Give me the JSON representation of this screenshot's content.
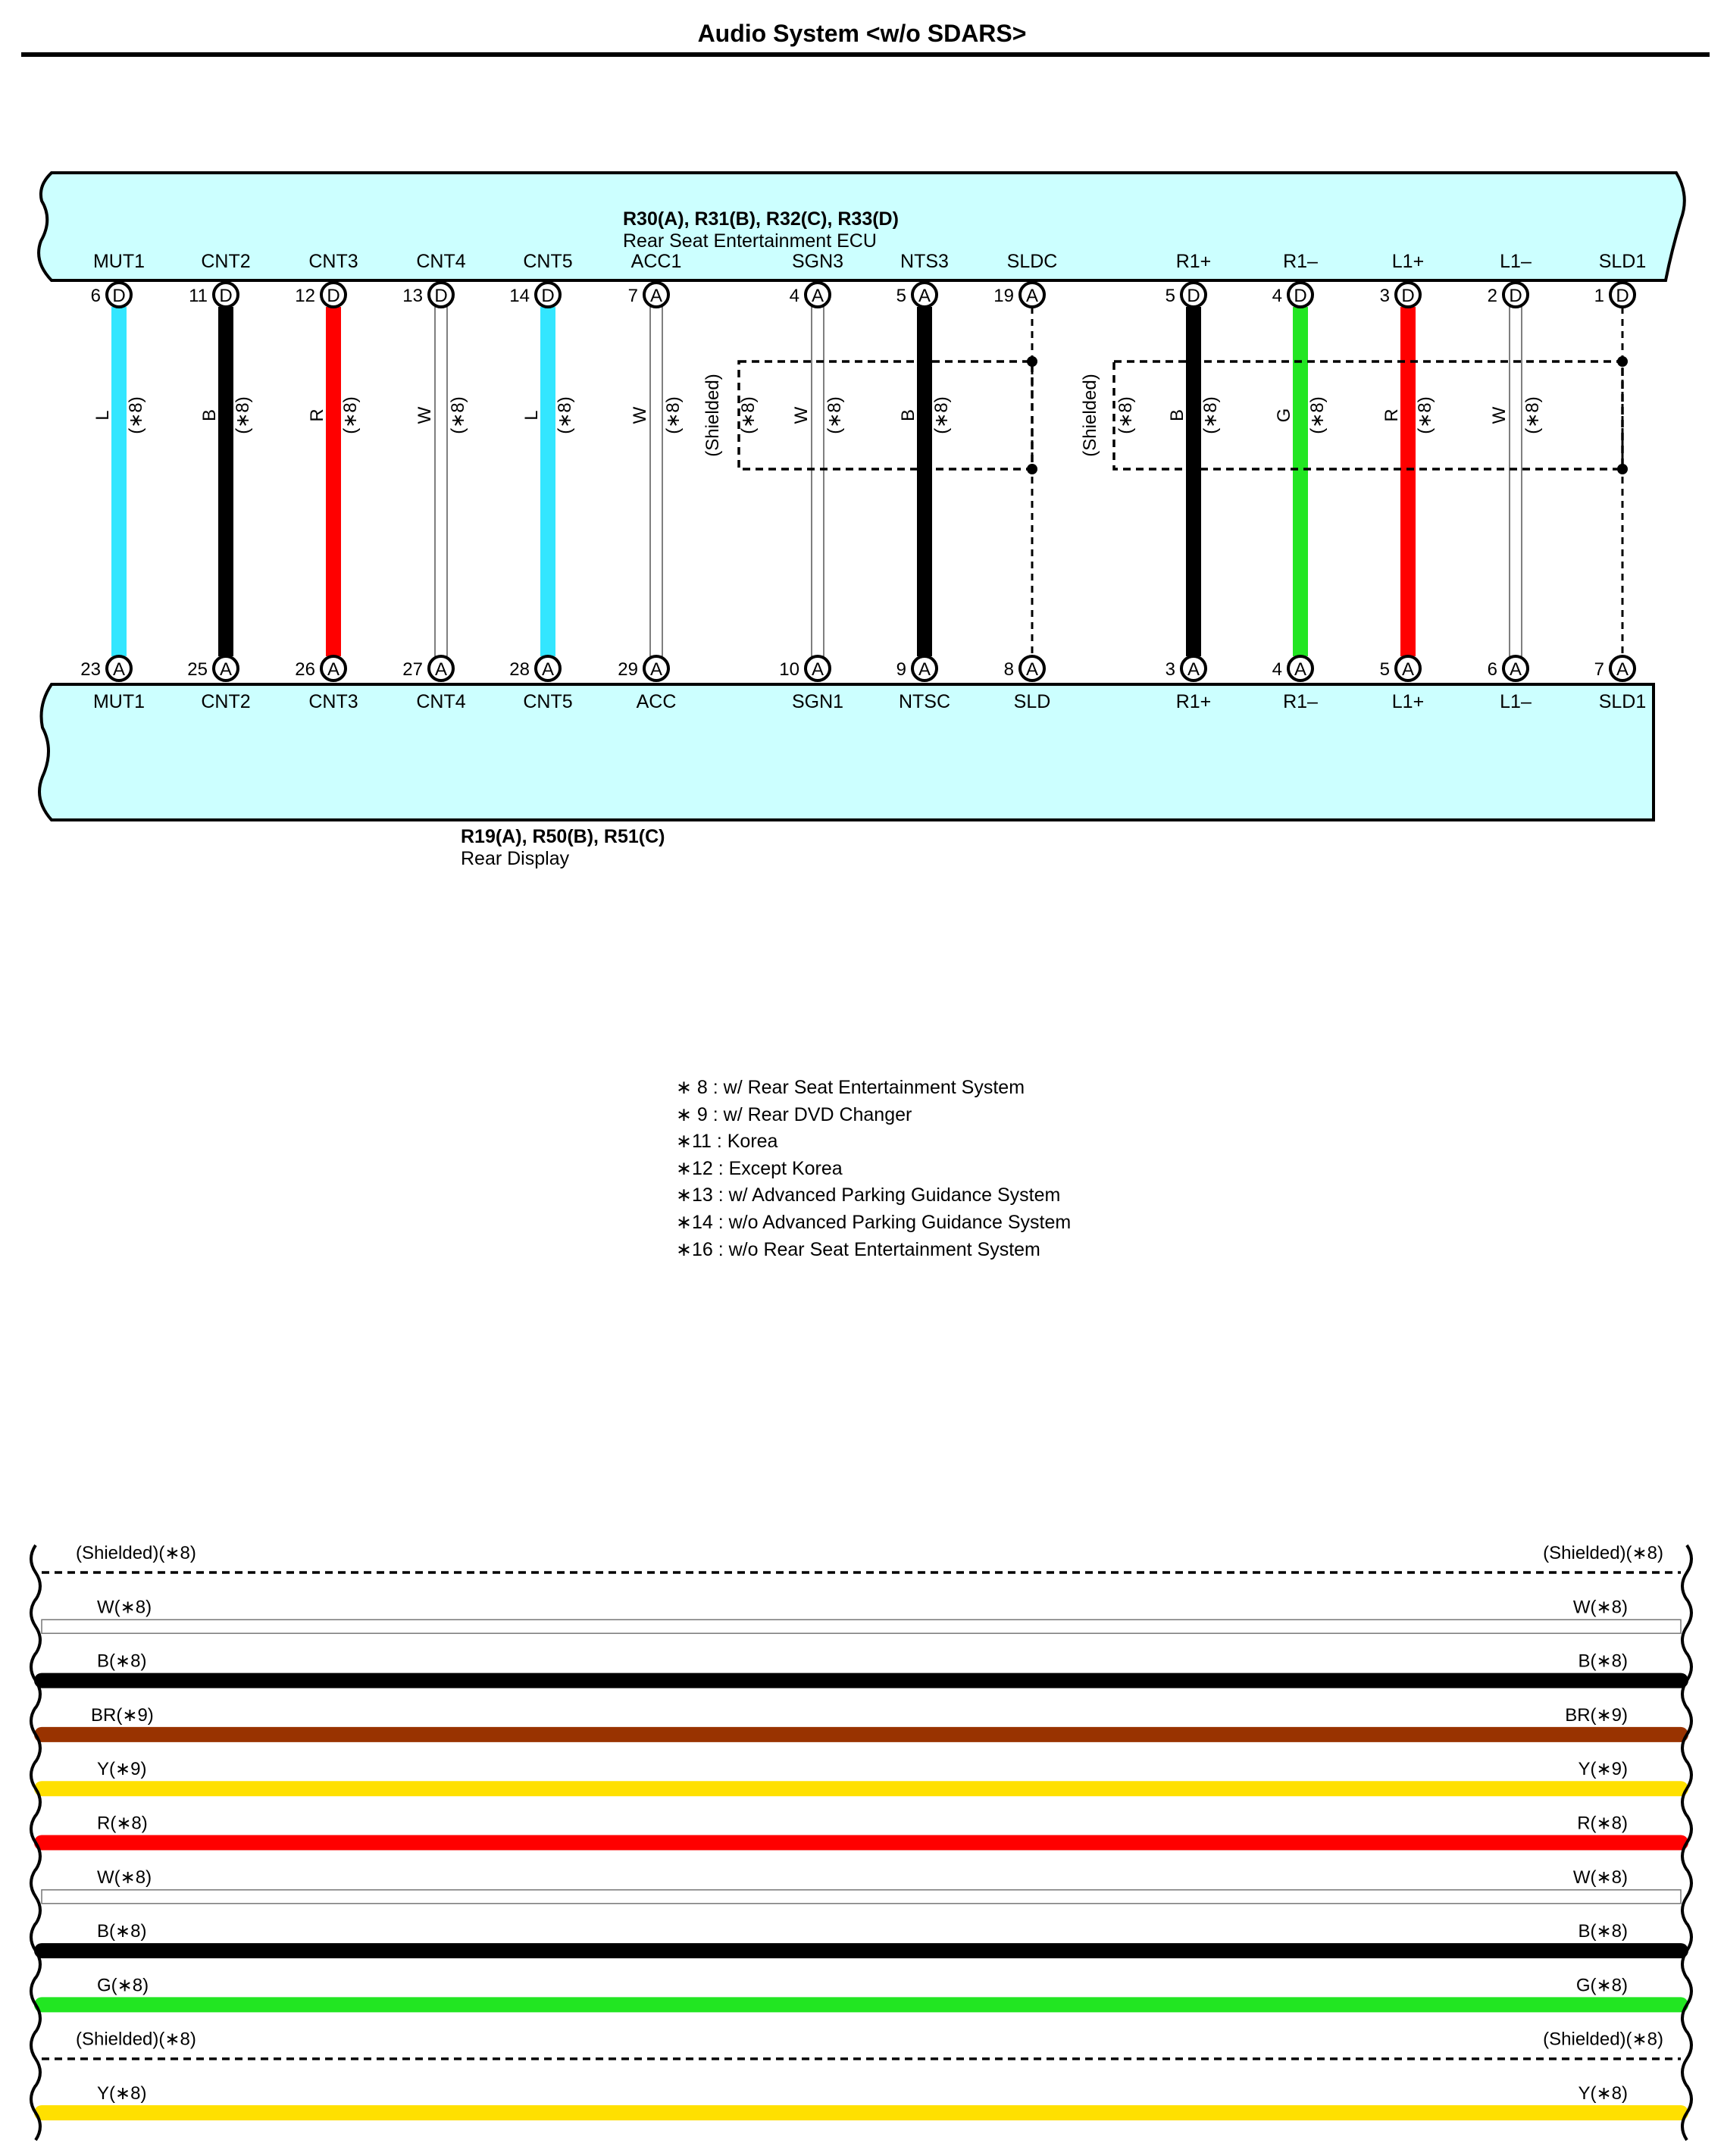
{
  "title": "Audio System <w/o SDARS>",
  "top_connector": {
    "ids": "R30(A), R31(B), R32(C), R33(D)",
    "name": "Rear Seat Entertainment ECU"
  },
  "bottom_connector": {
    "ids": "R19(A), R50(B), R51(C)",
    "name": "Rear Display"
  },
  "colors": {
    "panel": "#ccffff",
    "L": "#33e6ff",
    "B": "#000000",
    "R": "#ff0000",
    "G": "#22e622",
    "BR": "#993300",
    "Y": "#ffe000"
  },
  "wires": [
    {
      "top_pin": "MUT1",
      "top_num": "6",
      "top_conn": "D",
      "bot_pin": "MUT1",
      "bot_num": "23",
      "bot_conn": "A",
      "color": "L",
      "note": "(∗8)"
    },
    {
      "top_pin": "CNT2",
      "top_num": "11",
      "top_conn": "D",
      "bot_pin": "CNT2",
      "bot_num": "25",
      "bot_conn": "A",
      "color": "B",
      "note": "(∗8)"
    },
    {
      "top_pin": "CNT3",
      "top_num": "12",
      "top_conn": "D",
      "bot_pin": "CNT3",
      "bot_num": "26",
      "bot_conn": "A",
      "color": "R",
      "note": "(∗8)"
    },
    {
      "top_pin": "CNT4",
      "top_num": "13",
      "top_conn": "D",
      "bot_pin": "CNT4",
      "bot_num": "27",
      "bot_conn": "A",
      "color": "W",
      "note": "(∗8)"
    },
    {
      "top_pin": "CNT5",
      "top_num": "14",
      "top_conn": "D",
      "bot_pin": "CNT5",
      "bot_num": "28",
      "bot_conn": "A",
      "color": "L",
      "note": "(∗8)"
    },
    {
      "top_pin": "ACC1",
      "top_num": "7",
      "top_conn": "A",
      "bot_pin": "ACC",
      "bot_num": "29",
      "bot_conn": "A",
      "color": "W",
      "note": "(∗8)"
    },
    {
      "top_pin": "SGN3",
      "top_num": "4",
      "top_conn": "A",
      "bot_pin": "SGN1",
      "bot_num": "10",
      "bot_conn": "A",
      "color": "W",
      "note": "(∗8)"
    },
    {
      "top_pin": "NTS3",
      "top_num": "5",
      "top_conn": "A",
      "bot_pin": "NTSC",
      "bot_num": "9",
      "bot_conn": "A",
      "color": "B",
      "note": "(∗8)"
    },
    {
      "top_pin": "SLDC",
      "top_num": "19",
      "top_conn": "A",
      "bot_pin": "SLD",
      "bot_num": "8",
      "bot_conn": "A",
      "color": "",
      "note": ""
    },
    {
      "top_pin": "R1+",
      "top_num": "5",
      "top_conn": "D",
      "bot_pin": "R1+",
      "bot_num": "3",
      "bot_conn": "A",
      "color": "B",
      "note": "(∗8)"
    },
    {
      "top_pin": "R1–",
      "top_num": "4",
      "top_conn": "D",
      "bot_pin": "R1–",
      "bot_num": "4",
      "bot_conn": "A",
      "color": "G",
      "note": "(∗8)"
    },
    {
      "top_pin": "L1+",
      "top_num": "3",
      "top_conn": "D",
      "bot_pin": "L1+",
      "bot_num": "5",
      "bot_conn": "A",
      "color": "R",
      "note": "(∗8)"
    },
    {
      "top_pin": "L1–",
      "top_num": "2",
      "top_conn": "D",
      "bot_pin": "L1–",
      "bot_num": "6",
      "bot_conn": "A",
      "color": "W",
      "note": "(∗8)"
    },
    {
      "top_pin": "SLD1",
      "top_num": "1",
      "top_conn": "D",
      "bot_pin": "SLD1",
      "bot_num": "7",
      "bot_conn": "A",
      "color": "",
      "note": ""
    }
  ],
  "shield_groups": [
    {
      "label": "(Shielded)",
      "note": "(∗8)"
    },
    {
      "label": "(Shielded)",
      "note": "(∗8)"
    }
  ],
  "notes": [
    "∗ 8 : w/ Rear Seat Entertainment System",
    "∗ 9 : w/ Rear DVD Changer",
    "∗11 : Korea",
    "∗12 : Except Korea",
    "∗13 : w/ Advanced Parking Guidance System",
    "∗14 : w/o Advanced Parking Guidance System",
    "∗16 : w/o Rear Seat Entertainment System"
  ],
  "harness": [
    {
      "label": "(Shielded)(∗8)",
      "color": "shield"
    },
    {
      "label": "W(∗8)",
      "color": "W"
    },
    {
      "label": "B(∗8)",
      "color": "B"
    },
    {
      "label": "BR(∗9)",
      "color": "BR"
    },
    {
      "label": "Y(∗9)",
      "color": "Y"
    },
    {
      "label": "R(∗8)",
      "color": "R"
    },
    {
      "label": "W(∗8)",
      "color": "W"
    },
    {
      "label": "B(∗8)",
      "color": "B"
    },
    {
      "label": "G(∗8)",
      "color": "G"
    },
    {
      "label": "(Shielded)(∗8)",
      "color": "shield"
    },
    {
      "label": "Y(∗8)",
      "color": "Y"
    }
  ]
}
